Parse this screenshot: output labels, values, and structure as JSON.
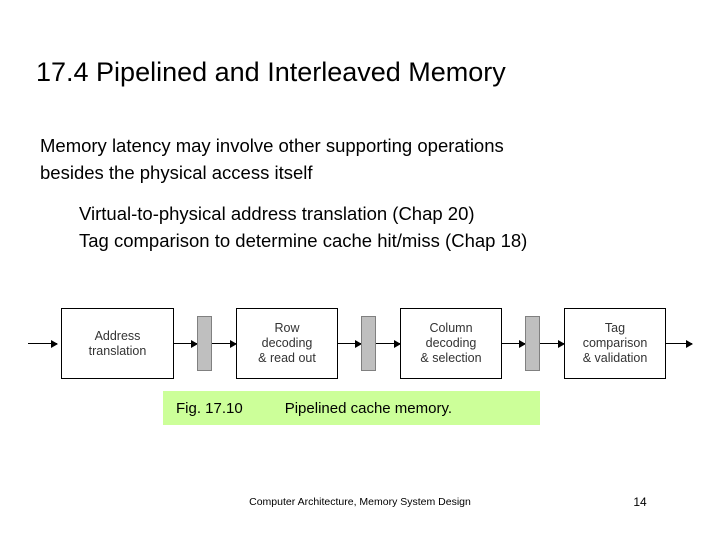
{
  "slide": {
    "title": "17.4  Pipelined and Interleaved Memory",
    "bullet_level1": "Memory latency may involve other supporting operations\nbesides the physical access itself",
    "bullet_level2": "Virtual-to-physical address translation (Chap 20)\nTag comparison to determine cache hit/miss (Chap 18)",
    "caption": {
      "figure_number": "Fig. 17.10",
      "figure_text": "Pipelined cache memory.",
      "highlight_color": "#ccff99"
    },
    "footer": {
      "text": "Computer Architecture, Memory System Design",
      "page_number": "14"
    },
    "diagram": {
      "boxes": [
        {
          "label": "Address\ntranslation"
        },
        {
          "label": "Row\ndecoding\n& read out"
        },
        {
          "label": "Column\ndecoding\n& selection"
        },
        {
          "label": "Tag\ncomparison\n& validation"
        }
      ],
      "latch_count": 3,
      "box_border_color": "#000000",
      "latch_color": "#bfbfbf"
    }
  }
}
